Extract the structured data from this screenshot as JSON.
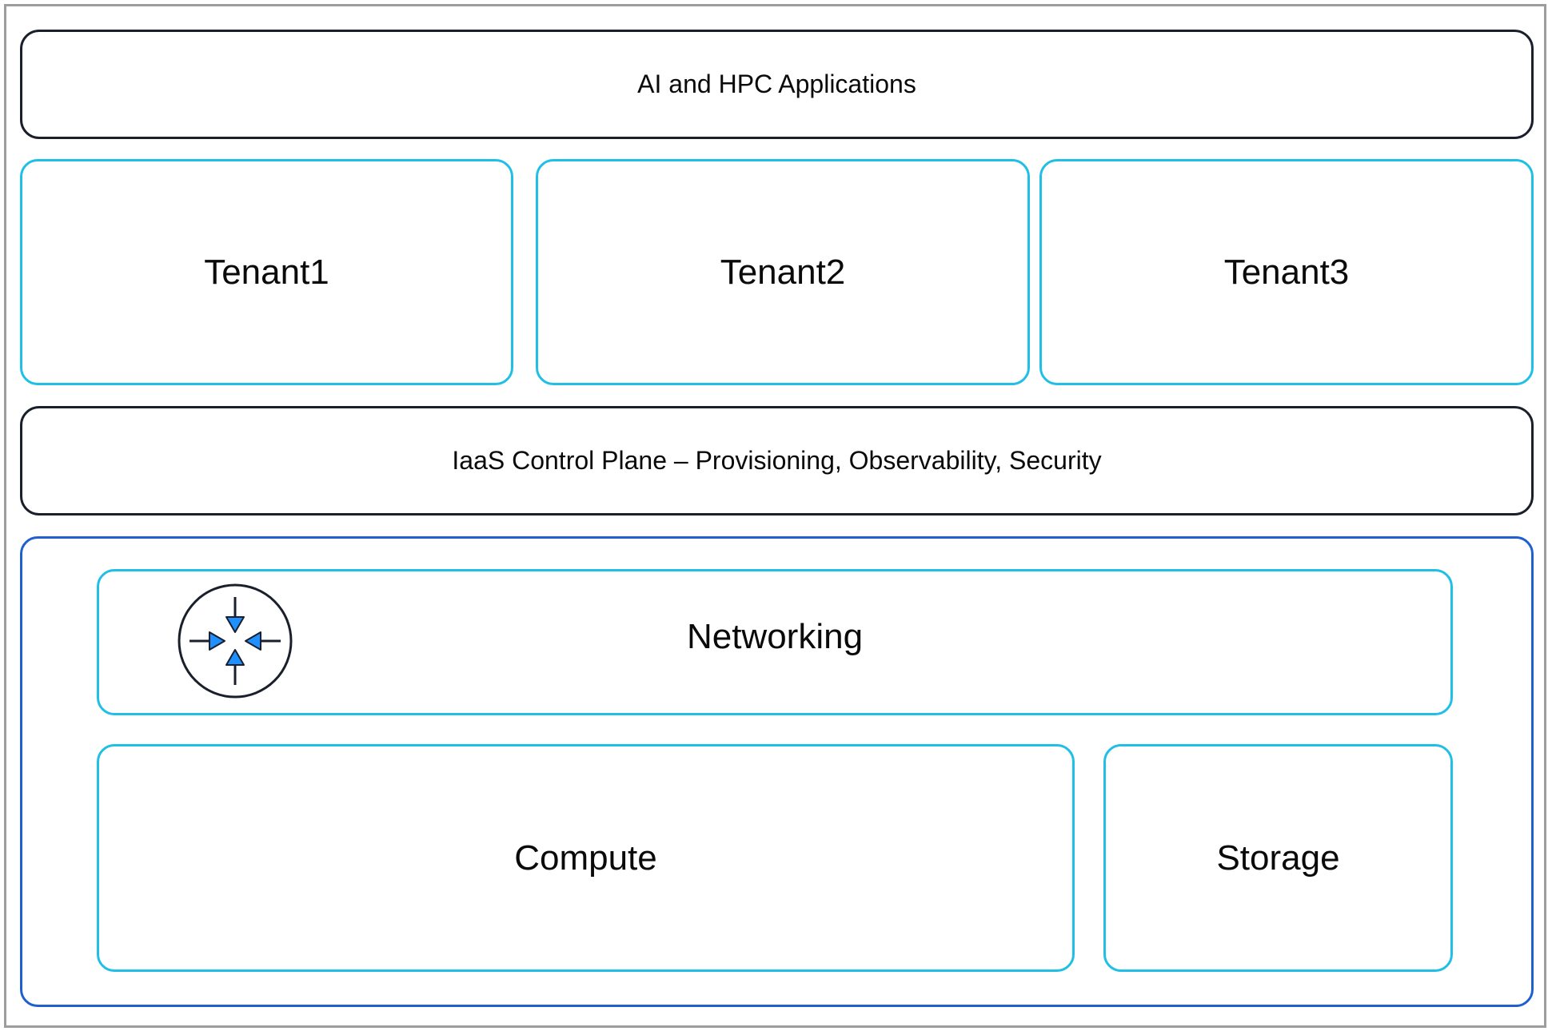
{
  "applications": {
    "label": "AI and HPC Applications"
  },
  "tenants": [
    {
      "label": "Tenant1"
    },
    {
      "label": "Tenant2"
    },
    {
      "label": "Tenant3"
    }
  ],
  "control_plane": {
    "label": "IaaS Control Plane – Provisioning, Observability, Security"
  },
  "infrastructure": {
    "networking": {
      "label": "Networking",
      "icon": "router-icon"
    },
    "compute": {
      "label": "Compute"
    },
    "storage": {
      "label": "Storage"
    }
  },
  "colors": {
    "dark_border": "#1a1f2c",
    "tenant_border": "#1fbfe6",
    "infra_border": "#1f5fd0",
    "icon_arrow": "#1e90ff",
    "frame": "#9d9d9d"
  }
}
